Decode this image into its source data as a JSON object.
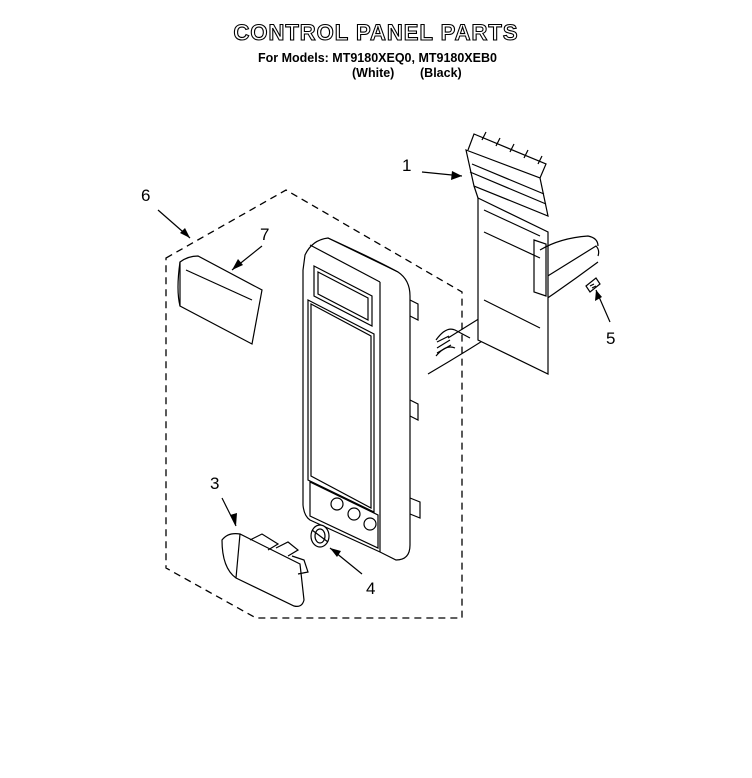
{
  "header": {
    "title": "CONTROL PANEL PARTS",
    "models_line": "For Models: MT9180XEQ0, MT9180XEB0",
    "variant_white": "(White)",
    "variant_black": "(Black)"
  },
  "callouts": {
    "c1": "1",
    "c3": "3",
    "c4": "4",
    "c5": "5",
    "c6": "6",
    "c7": "7"
  }
}
